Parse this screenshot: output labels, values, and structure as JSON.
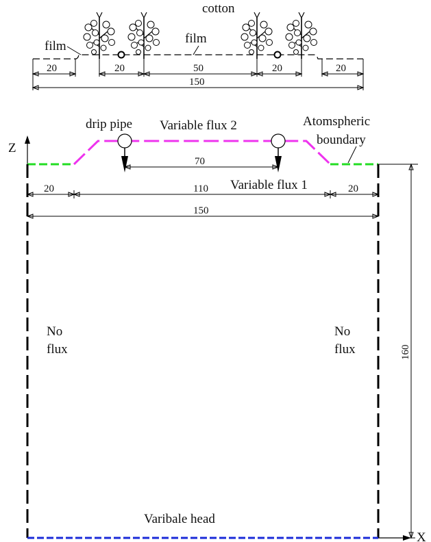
{
  "top_view": {
    "cotton_label": "cotton",
    "film_left_label": "film",
    "film_mid_label": "film",
    "dims": [
      "20",
      "20",
      "50",
      "20",
      "20"
    ],
    "total": "150"
  },
  "domain": {
    "z_axis": "Z",
    "x_axis": "X",
    "drip_pipe": "drip pipe",
    "variable_flux_2": "Variable flux 2",
    "atmospheric_1": "Atomspheric",
    "atmospheric_2": "boundary",
    "pipe_spacing": "70",
    "dim_left": "20",
    "dim_mid": "110",
    "dim_right": "20",
    "variable_flux_1": "Variable flux 1",
    "width_total": "150",
    "no_flux_left_1": "No",
    "no_flux_left_2": "flux",
    "no_flux_right_1": "No",
    "no_flux_right_2": "flux",
    "depth": "160",
    "bottom": "Varibale head"
  },
  "colors": {
    "atmospheric": "#22dd22",
    "variable_flux": "#ee33ee",
    "variable_head": "#1a2ad8",
    "no_flux": "#000000"
  }
}
